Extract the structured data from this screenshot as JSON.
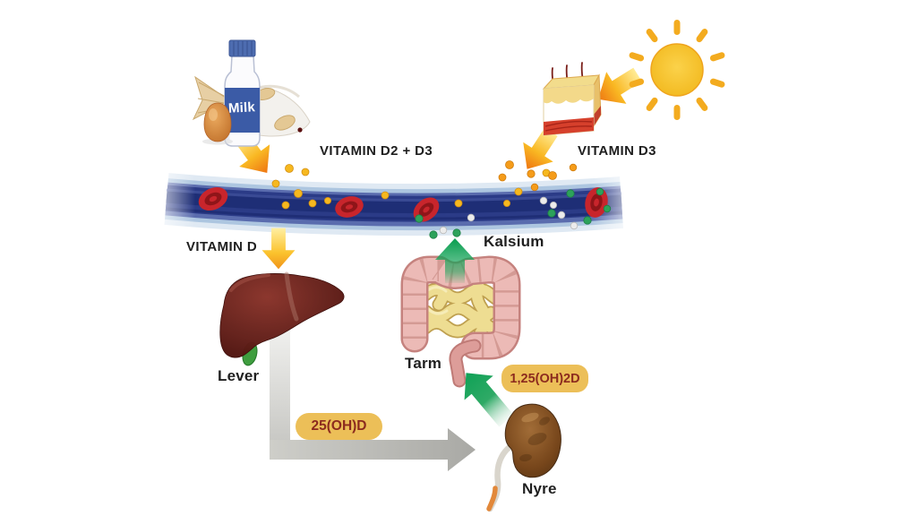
{
  "diagram": {
    "title_implicit": "Vitamin D metabolism pathway",
    "language": "Norwegian"
  },
  "labels": {
    "vitamin_d2_d3": "VITAMIN D2 + D3",
    "vitamin_d3": "VITAMIN D3",
    "vitamin_d": "VITAMIN D",
    "kalsium": "Kalsium",
    "lever": "Lever",
    "tarm": "Tarm",
    "nyre": "Nyre",
    "milk": "Milk"
  },
  "badges": {
    "liver_metabolite": "25(OH)D",
    "kidney_metabolite": "1,25(OH)2D"
  },
  "colors": {
    "background": "#ffffff",
    "badge_bg": "#ecbf58",
    "badge_text": "#8c2b1e",
    "label_text": "#1f1f1f",
    "vessel_dark": "#26367f",
    "vessel_light": "#adc6e0",
    "blood_cell": "#c8252c",
    "arrow_orange_tip": "#ef7d12",
    "arrow_yellow": "#ffe57e",
    "arrow_green": "#13a257",
    "arrow_gray": "#bcbcb8",
    "sun_yellow": "#f6c42e",
    "liver_red": "#5c1a14",
    "intestine_pink": "#ecbab6",
    "intestine_yellow": "#eedd92",
    "kidney_brown": "#7a4a1f"
  }
}
